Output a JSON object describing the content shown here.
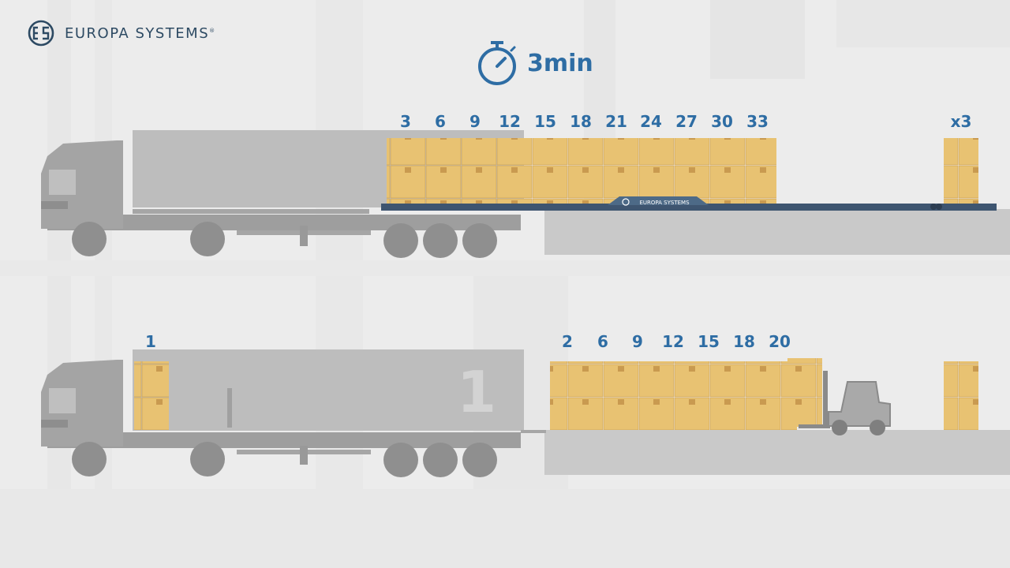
{
  "brand": {
    "name": "EUROPA SYSTEMS",
    "trademark": "®",
    "platform_label": "EUROPA SYSTEMS"
  },
  "timer": {
    "icon": "stopwatch-icon",
    "label": "3min"
  },
  "top_row": {
    "counts": [
      "3",
      "6",
      "9",
      "12",
      "15",
      "18",
      "21",
      "24",
      "27",
      "30",
      "33"
    ],
    "multiplier": "x3"
  },
  "bottom_row": {
    "first": "1",
    "counts": [
      "2",
      "6",
      "9",
      "12",
      "15",
      "18",
      "20"
    ],
    "trailer_number": "1"
  },
  "colors": {
    "accent": "#2e6da4",
    "logo": "#2d4a63",
    "box": "#e8c272",
    "truck": "#9e9e9e",
    "trailer": "#bdbdbd",
    "dock": "#c9c9c9",
    "platform": "#3e5570"
  }
}
